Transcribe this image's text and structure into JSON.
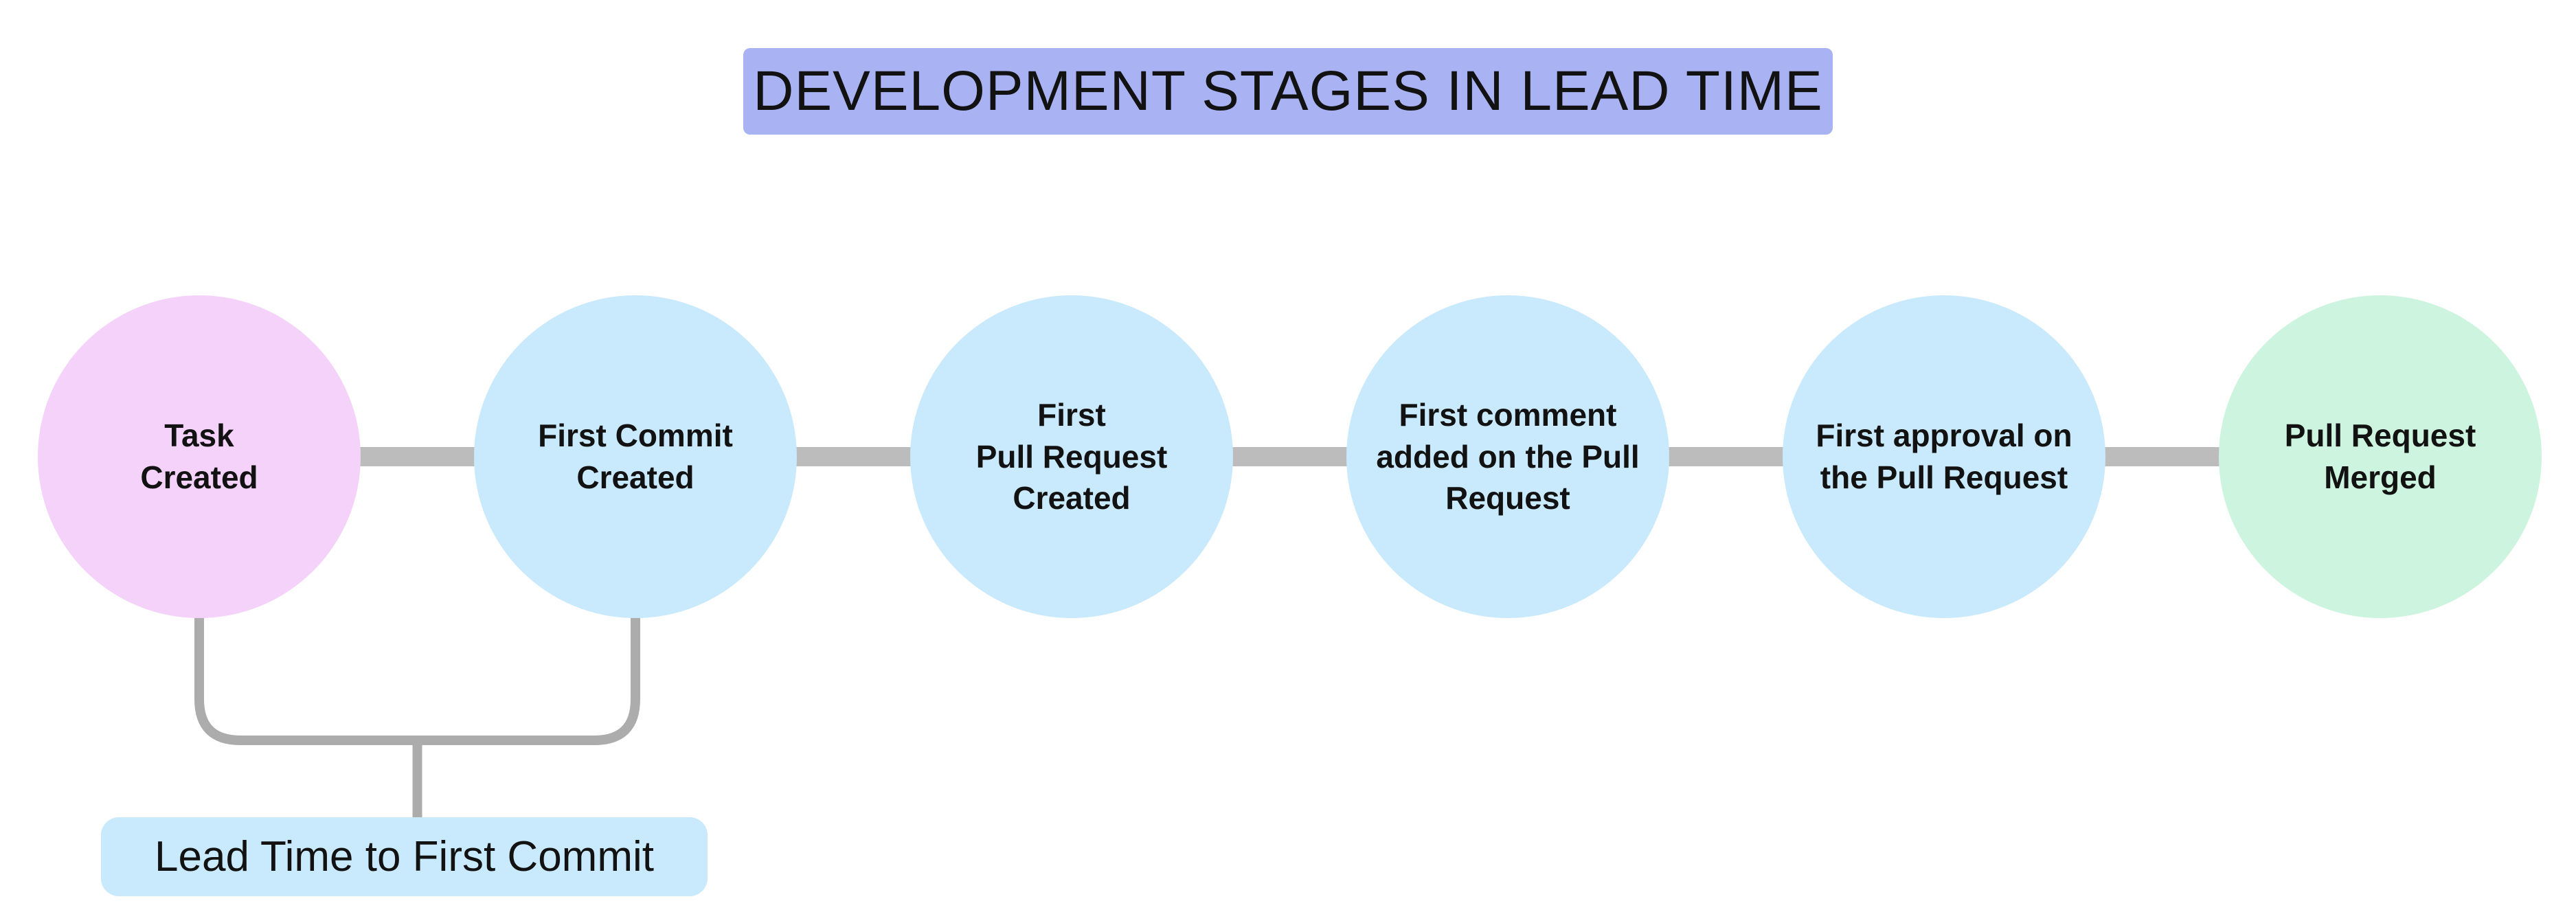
{
  "title": {
    "text": "DEVELOPMENT STAGES IN LEAD TIME",
    "bg_color": "#a9b3f3"
  },
  "stages": [
    {
      "label": "Task\nCreated",
      "color": "#f5d2fa"
    },
    {
      "label": "First Commit\nCreated",
      "color": "#c9e9fc"
    },
    {
      "label": "First\nPull Request\nCreated",
      "color": "#c9e9fc"
    },
    {
      "label": "First comment\nadded on the Pull\nRequest",
      "color": "#c9e9fc"
    },
    {
      "label": "First approval on\nthe Pull Request",
      "color": "#c9e9fc"
    },
    {
      "label": "Pull Request\nMerged",
      "color": "#cdf4de"
    }
  ],
  "annotation": {
    "label": "Lead Time to First Commit",
    "bg_color": "#c9e9fc"
  },
  "colors": {
    "connector": "#bcbcbc",
    "bracket": "#acacac",
    "text": "#121212"
  }
}
